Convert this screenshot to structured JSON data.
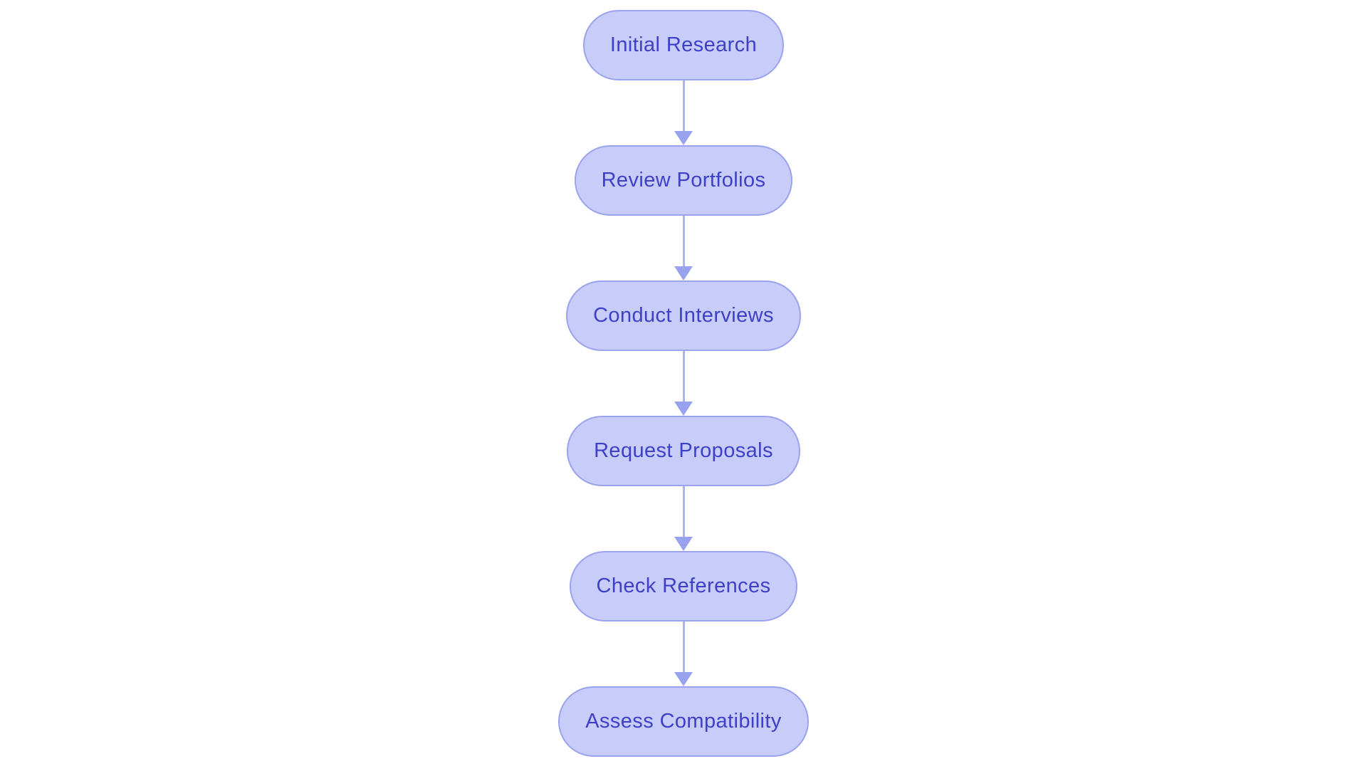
{
  "diagram": {
    "type": "flowchart",
    "direction": "top-down",
    "nodes": [
      {
        "id": "initial-research",
        "label": "Initial Research"
      },
      {
        "id": "review-portfolios",
        "label": "Review Portfolios"
      },
      {
        "id": "conduct-interviews",
        "label": "Conduct Interviews"
      },
      {
        "id": "request-proposals",
        "label": "Request Proposals"
      },
      {
        "id": "check-references",
        "label": "Check References"
      },
      {
        "id": "assess-compatibility",
        "label": "Assess Compatibility"
      }
    ],
    "edges": [
      {
        "from": "Initial Research",
        "to": "Review Portfolios"
      },
      {
        "from": "Review Portfolios",
        "to": "Conduct Interviews"
      },
      {
        "from": "Conduct Interviews",
        "to": "Request Proposals"
      },
      {
        "from": "Request Proposals",
        "to": "Check References"
      },
      {
        "from": "Check References",
        "to": "Assess Compatibility"
      }
    ],
    "colors": {
      "background": "#ffffff",
      "node_fill": "#c8ccf8",
      "node_border": "#9ba2ee",
      "node_text": "#3d40c8",
      "arrow_line": "#adb3f2",
      "arrow_head": "#99a2ee"
    }
  }
}
